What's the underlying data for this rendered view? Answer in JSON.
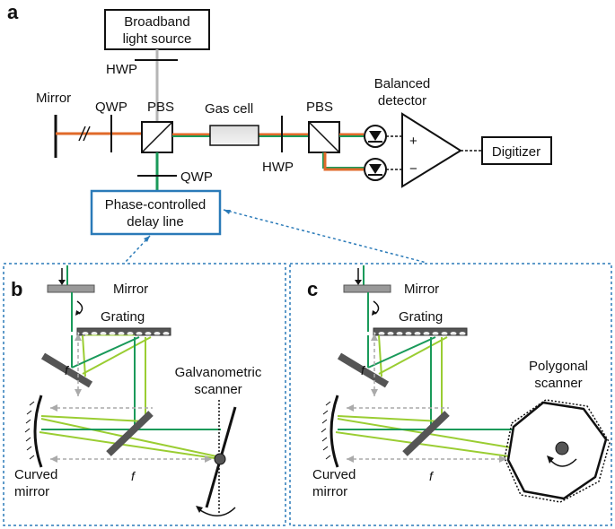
{
  "panels": {
    "a": "a",
    "b": "b",
    "c": "c"
  },
  "components": {
    "source_line1": "Broadband",
    "source_line2": "light source",
    "hwp": "HWP",
    "hwp2": "HWP",
    "mirror": "Mirror",
    "qwp_left": "QWP",
    "qwp_bottom": "QWP",
    "pbs1": "PBS",
    "pbs2": "PBS",
    "gas_cell": "Gas cell",
    "detector_line1": "Balanced",
    "detector_line2": "detector",
    "plus": "+",
    "minus": "−",
    "digitizer": "Digitizer",
    "delay_line1": "Phase-controlled",
    "delay_line2": "delay line"
  },
  "panel_b": {
    "mirror": "Mirror",
    "grating": "Grating",
    "f_vertical": "f",
    "f_horizontal": "f",
    "scanner_line1": "Galvanometric",
    "scanner_line2": "scanner",
    "curved_line1": "Curved",
    "curved_line2": "mirror"
  },
  "panel_c": {
    "mirror": "Mirror",
    "grating": "Grating",
    "f_vertical": "f",
    "f_horizontal": "f",
    "scanner_line1": "Polygonal",
    "scanner_line2": "scanner",
    "curved_line1": "Curved",
    "curved_line2": "mirror"
  },
  "colors": {
    "orange": "#e06a2a",
    "green": "#1a9a5a",
    "lightgreen": "#9acd32",
    "blue": "#2a7ab8",
    "gray": "#b5b5b5"
  }
}
